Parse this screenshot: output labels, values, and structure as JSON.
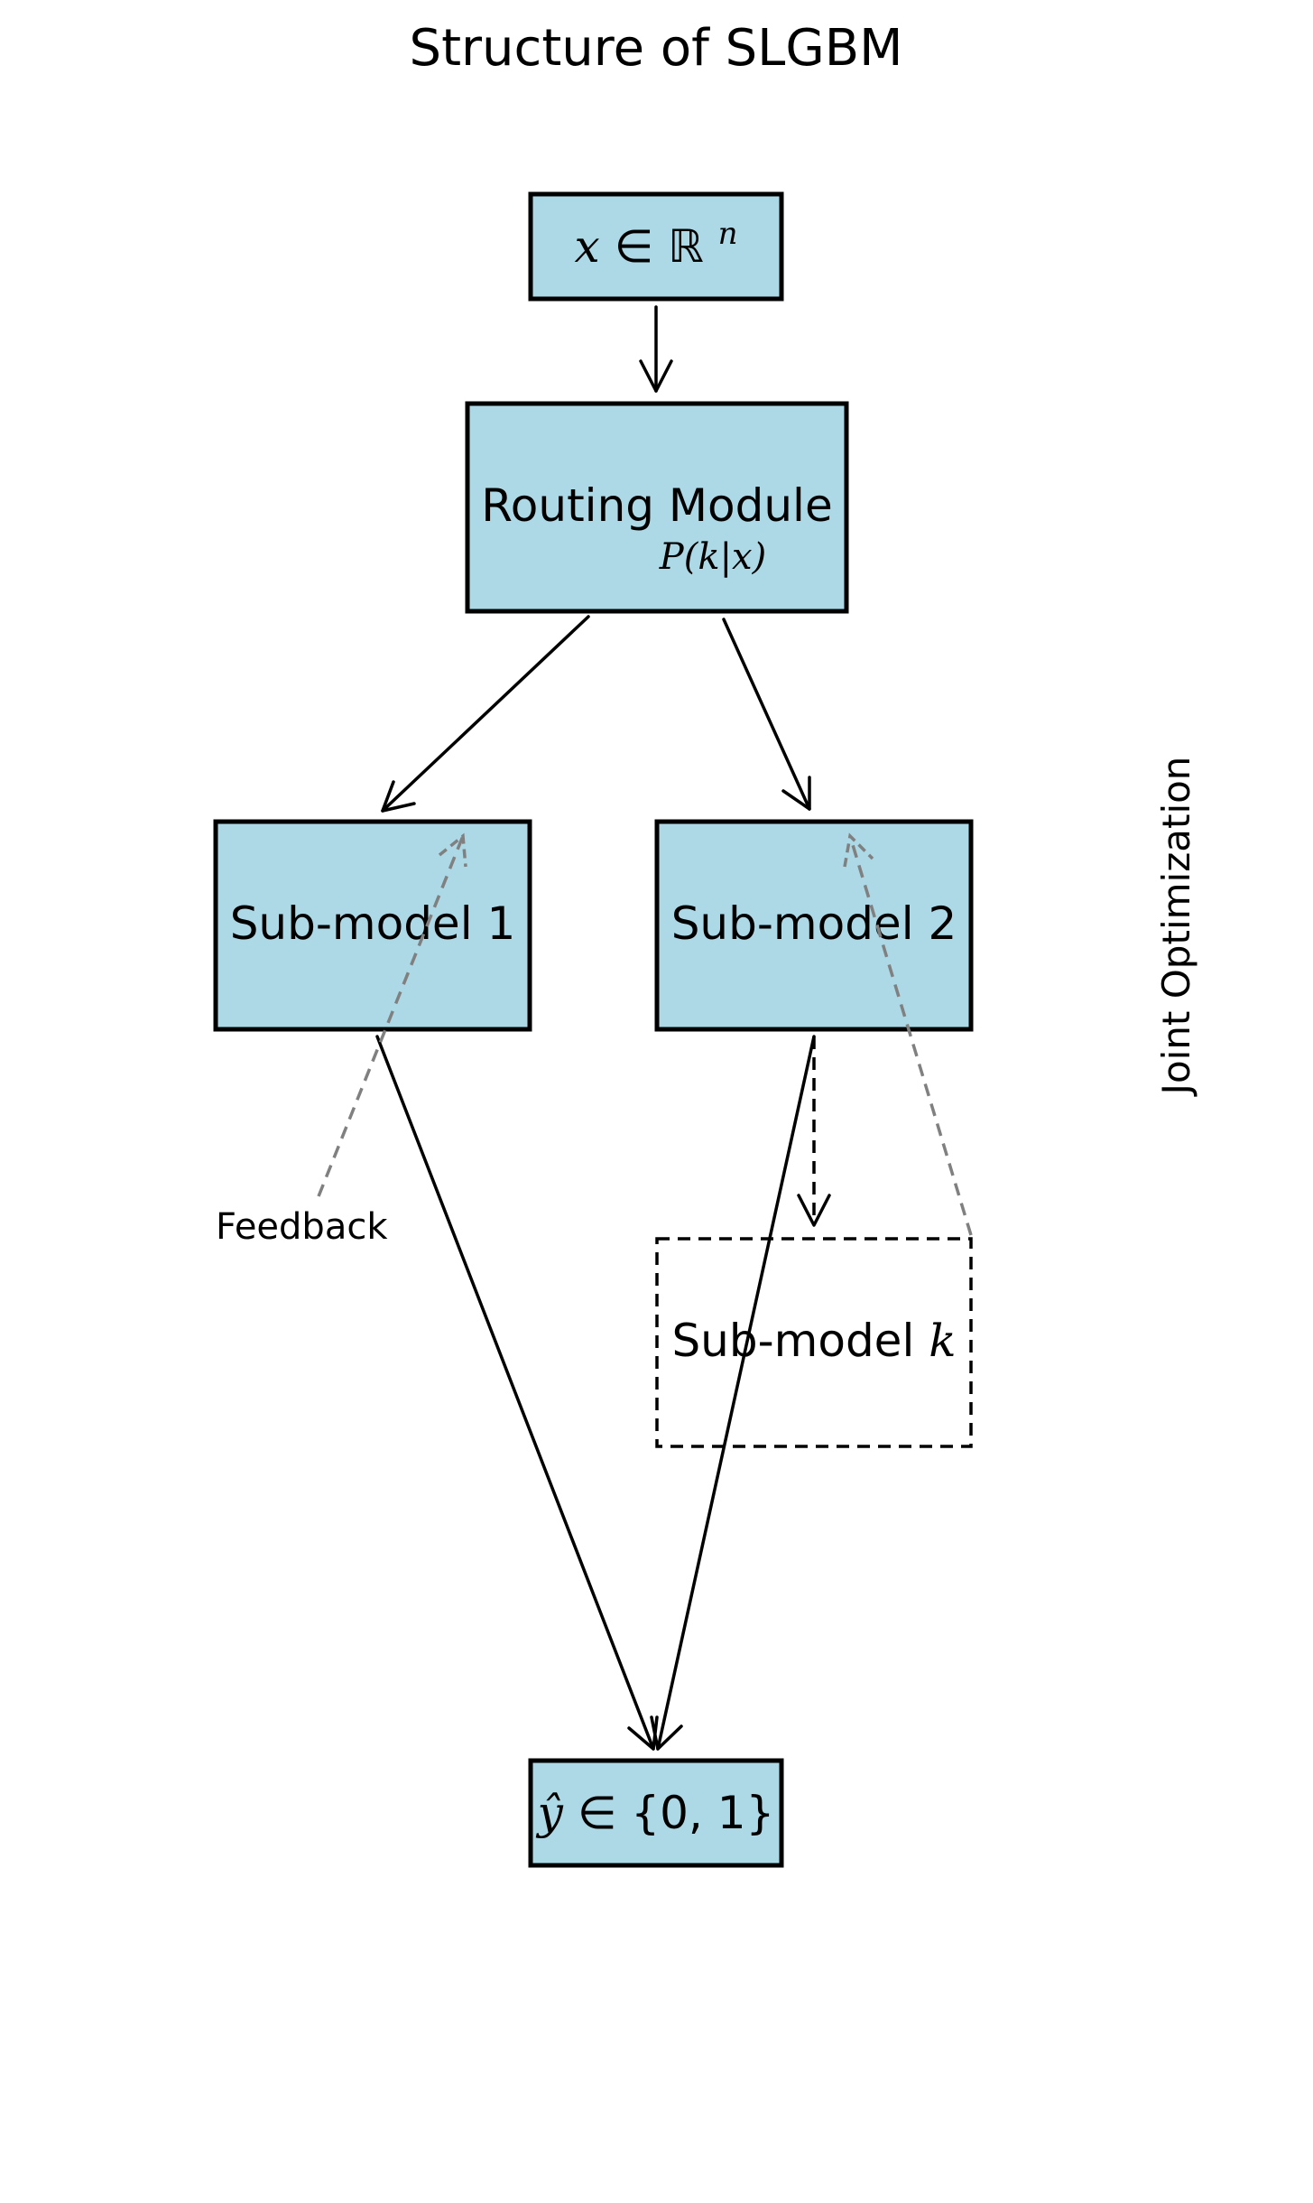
{
  "diagram": {
    "title": "Structure of SLGBM",
    "nodes": {
      "input": {
        "label_main": "x",
        "label_rel": "∈",
        "label_set": "ℝ",
        "label_sup": "n"
      },
      "routing": {
        "label": "Routing Module",
        "prob_prefix": "P(",
        "prob_k": "k",
        "prob_bar": "|",
        "prob_x": "x",
        "prob_suffix": ")"
      },
      "sub1": {
        "label": "Sub-model 1"
      },
      "sub2": {
        "label": "Sub-model 2"
      },
      "subk": {
        "label_prefix": "Sub-model ",
        "label_k": "k"
      },
      "output": {
        "label_main": "ŷ",
        "label_rel": "∈",
        "label_set": "{0, 1}"
      }
    },
    "annotations": {
      "feedback": "Feedback",
      "joint": "Joint Optimization"
    },
    "colors": {
      "box_fill": "#add8e6",
      "box_stroke": "#000000",
      "feedback_stroke": "#808080"
    }
  }
}
